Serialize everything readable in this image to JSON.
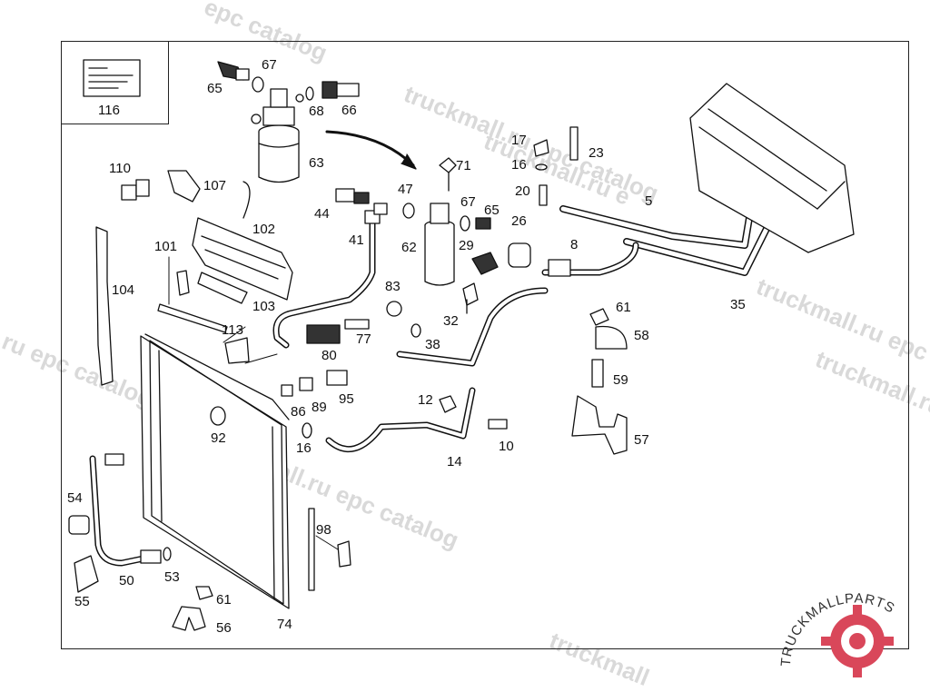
{
  "watermark": {
    "lines": [
      "epc catalog",
      "truckmall.ru epc catalog",
      "truckmall.ru epc catalog",
      "truckmall.ru e",
      "l.ru epc catalog",
      "truckmall.ru epc catalog",
      "truckmall.ru e",
      "truckmall"
    ]
  },
  "brand": {
    "text": "TRUCKMALLPARTS",
    "colors": {
      "accent": "#d9475a",
      "text": "#333333"
    }
  },
  "inset_label": "116",
  "callouts": [
    {
      "id": "p116",
      "text": "116"
    },
    {
      "id": "p65a",
      "text": "65"
    },
    {
      "id": "p67a",
      "text": "67"
    },
    {
      "id": "p68",
      "text": "68"
    },
    {
      "id": "p66",
      "text": "66"
    },
    {
      "id": "p63",
      "text": "63"
    },
    {
      "id": "p110",
      "text": "110"
    },
    {
      "id": "p107",
      "text": "107"
    },
    {
      "id": "p102",
      "text": "102"
    },
    {
      "id": "p101",
      "text": "101"
    },
    {
      "id": "p104",
      "text": "104"
    },
    {
      "id": "p103",
      "text": "103"
    },
    {
      "id": "p113",
      "text": "113"
    },
    {
      "id": "p44",
      "text": "44"
    },
    {
      "id": "p41",
      "text": "41"
    },
    {
      "id": "p47",
      "text": "47"
    },
    {
      "id": "p71",
      "text": "71"
    },
    {
      "id": "p67b",
      "text": "67"
    },
    {
      "id": "p65b",
      "text": "65"
    },
    {
      "id": "p29",
      "text": "29"
    },
    {
      "id": "p62",
      "text": "62"
    },
    {
      "id": "p26",
      "text": "26"
    },
    {
      "id": "p17",
      "text": "17"
    },
    {
      "id": "p16a",
      "text": "16"
    },
    {
      "id": "p23",
      "text": "23"
    },
    {
      "id": "p20",
      "text": "20"
    },
    {
      "id": "p5",
      "text": "5"
    },
    {
      "id": "p8",
      "text": "8"
    },
    {
      "id": "p35",
      "text": "35"
    },
    {
      "id": "p83",
      "text": "83"
    },
    {
      "id": "p77",
      "text": "77"
    },
    {
      "id": "p80",
      "text": "80"
    },
    {
      "id": "p38",
      "text": "38"
    },
    {
      "id": "p32",
      "text": "32"
    },
    {
      "id": "p61a",
      "text": "61"
    },
    {
      "id": "p58",
      "text": "58"
    },
    {
      "id": "p59",
      "text": "59"
    },
    {
      "id": "p57",
      "text": "57"
    },
    {
      "id": "p12",
      "text": "12"
    },
    {
      "id": "p10",
      "text": "10"
    },
    {
      "id": "p14",
      "text": "14"
    },
    {
      "id": "p86",
      "text": "86"
    },
    {
      "id": "p89",
      "text": "89"
    },
    {
      "id": "p95",
      "text": "95"
    },
    {
      "id": "p16b",
      "text": "16"
    },
    {
      "id": "p92",
      "text": "92"
    },
    {
      "id": "p54",
      "text": "54"
    },
    {
      "id": "p50",
      "text": "50"
    },
    {
      "id": "p53",
      "text": "53"
    },
    {
      "id": "p55",
      "text": "55"
    },
    {
      "id": "p61b",
      "text": "61"
    },
    {
      "id": "p56",
      "text": "56"
    },
    {
      "id": "p74",
      "text": "74"
    },
    {
      "id": "p98",
      "text": "98"
    }
  ]
}
